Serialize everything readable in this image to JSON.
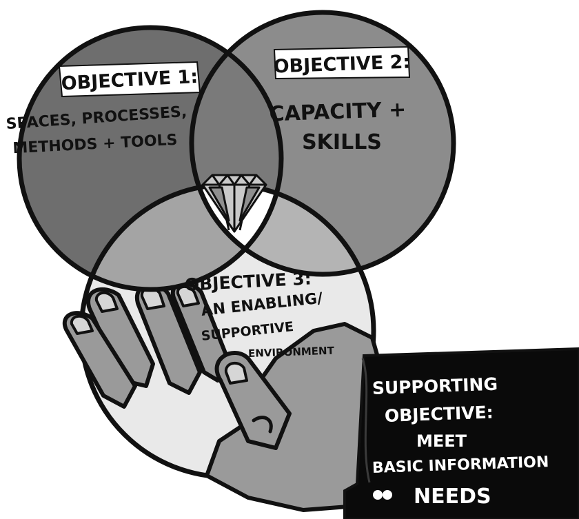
{
  "objective_1": {
    "title": "OBJECTIVE 1:",
    "line_1": "SPACES, PROCESSES,",
    "line_2": "METHODS + TOOLS"
  },
  "objective_2": {
    "title": "OBJECTIVE 2:",
    "line_1": "CAPACITY +",
    "line_2": "SKILLS"
  },
  "objective_3": {
    "title": "OBJECTIVE 3:",
    "line_1": "AN ENABLING/",
    "line_2": "SUPPORTIVE",
    "line_3": "ENVIRONMENT"
  },
  "supporting_objective": {
    "line_1": "SUPPORTING",
    "line_2": "OBJECTIVE:",
    "line_3": "MEET",
    "line_4": "BASIC INFORMATION",
    "line_5": "NEEDS"
  },
  "colors": {
    "circle_1": "#6e6e6e",
    "circle_2": "#8c8c8c",
    "circle_3": "#e9e9e9",
    "overlap_12": "#7a7a7a",
    "overlap_13": "#a4a4a4",
    "overlap_23": "#b4b4b4",
    "hand": "#9a9a9a",
    "sleeve": "#0a0a0a",
    "outline": "#111111"
  },
  "icons": [
    "diamond-icon",
    "hand-icon",
    "cufflink-icon"
  ]
}
